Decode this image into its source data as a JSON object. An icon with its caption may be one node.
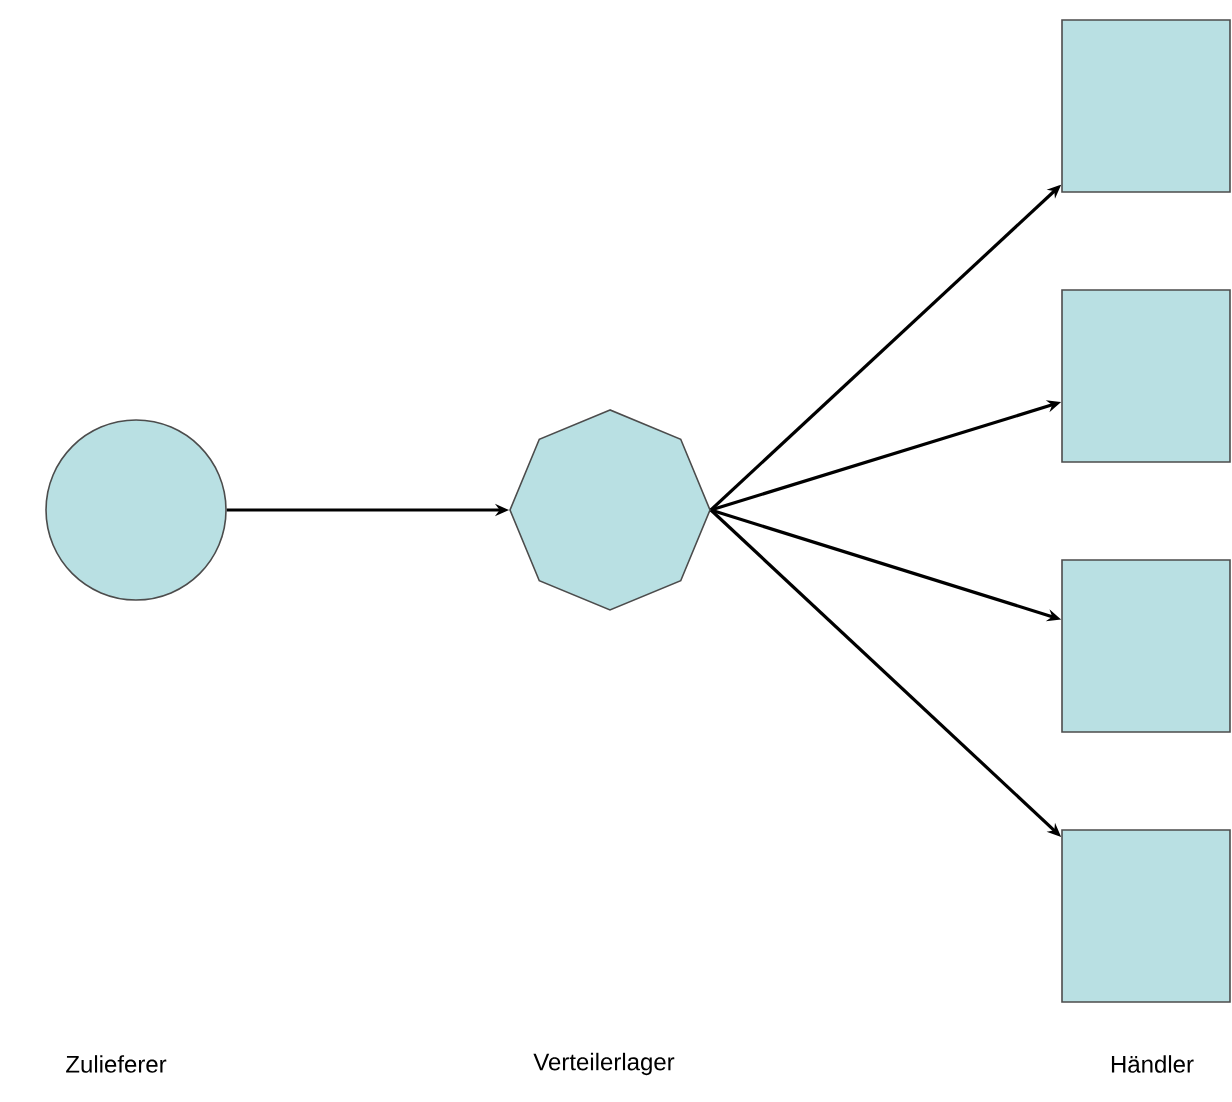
{
  "diagram": {
    "nodes": [
      {
        "text": [],
        "shape": "circle"
      },
      {
        "text": [],
        "shape": "octagon"
      },
      {
        "text": [],
        "shape": "box"
      },
      {
        "text": [],
        "shape": "box"
      },
      {
        "text": [],
        "shape": "box"
      },
      {
        "text": [],
        "shape": "box"
      }
    ],
    "edges": [
      {
        "from": 0,
        "to": 1,
        "arrow": "to"
      },
      {
        "from": 1,
        "to": 2,
        "arrow": "to"
      },
      {
        "from": 1,
        "to": 3,
        "arrow": "to"
      },
      {
        "from": 1,
        "to": 4,
        "arrow": "to"
      },
      {
        "from": 1,
        "to": 5,
        "arrow": "to"
      }
    ],
    "labels": [
      "Zulieferer",
      "Verteilerlager",
      "Händler"
    ]
  }
}
